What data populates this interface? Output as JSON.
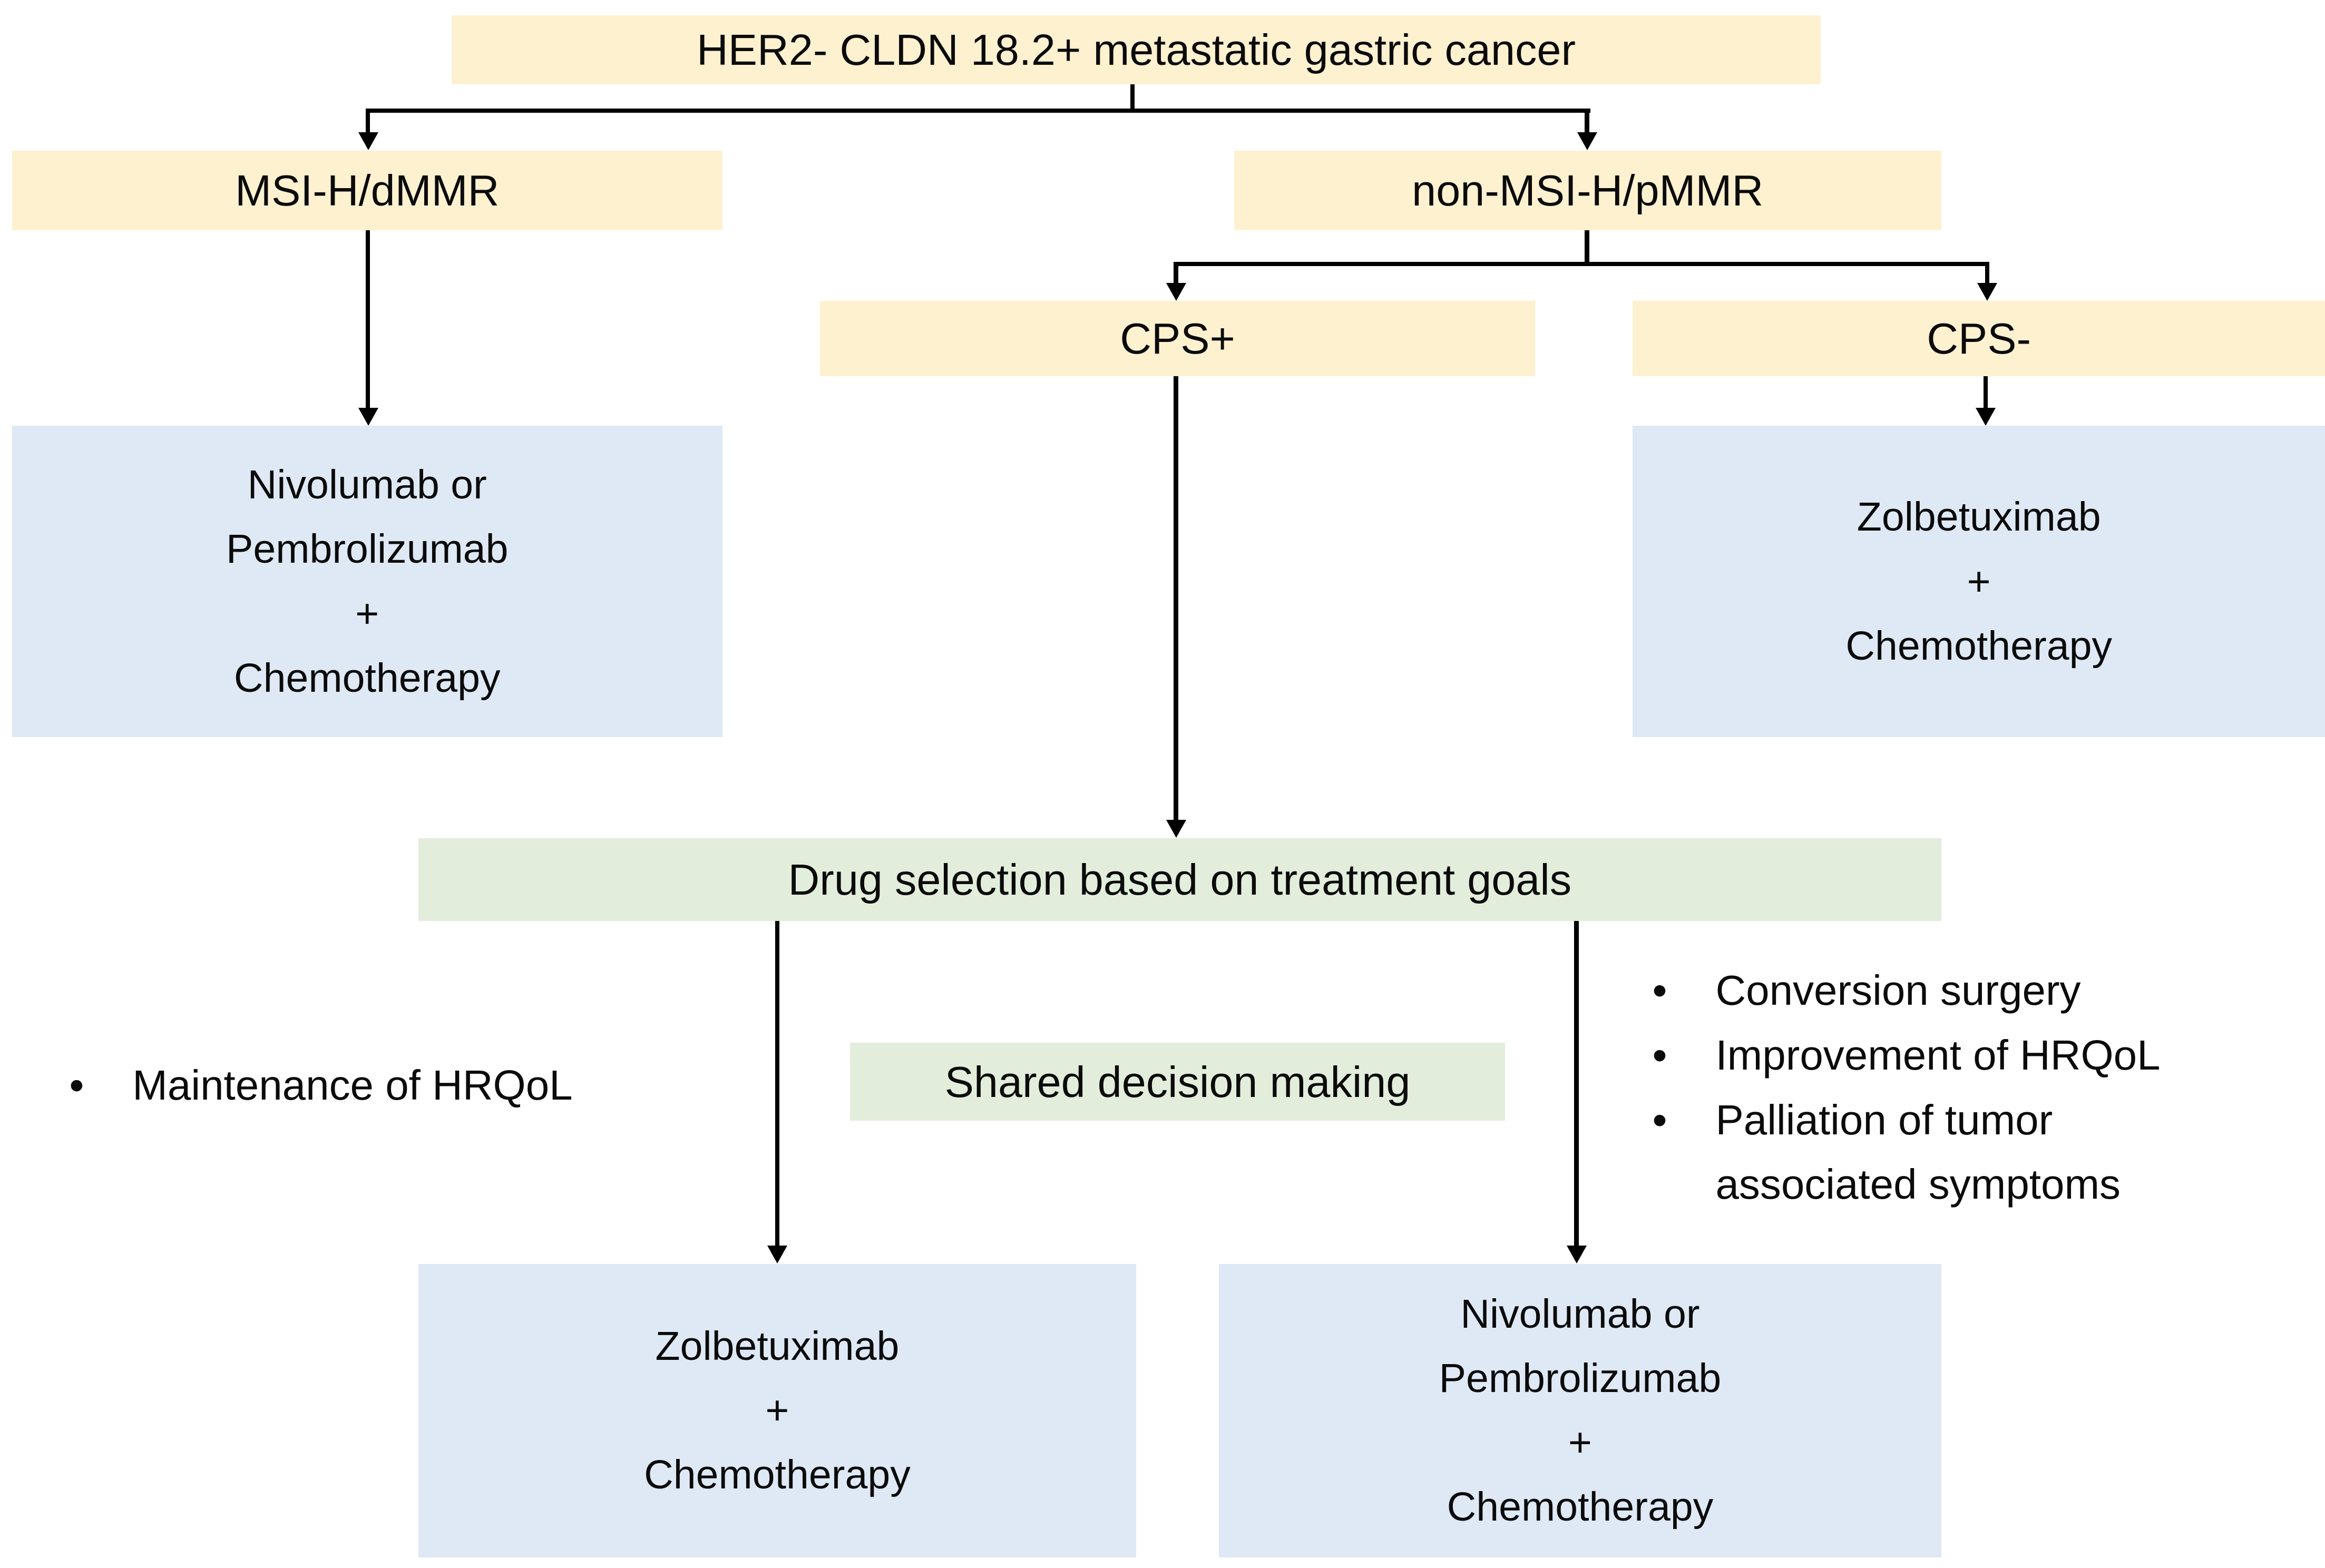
{
  "bullet_glyph": "•",
  "colors": {
    "node_yellow": "#FDF1D0",
    "treatment_blue": "#DEE9F5",
    "process_green": "#E2EEDB",
    "connector": "#000000"
  },
  "root": {
    "label": "HER2- CLDN 18.2+ metastatic gastric cancer"
  },
  "branches": {
    "msi": {
      "label": "MSI-H/dMMR",
      "treatment": {
        "lines": [
          "Nivolumab or",
          "Pembrolizumab",
          "+",
          "Chemotherapy"
        ]
      }
    },
    "non_msi": {
      "label": "non-MSI-H/pMMR",
      "cps_positive": {
        "label": "CPS+"
      },
      "cps_negative": {
        "label": "CPS-",
        "treatment": {
          "lines": [
            "Zolbetuximab",
            "+",
            "Chemotherapy"
          ]
        }
      }
    }
  },
  "drug_selection": {
    "label": "Drug selection based on treatment goals"
  },
  "shared_decision": {
    "label": "Shared decision making"
  },
  "left_goals": {
    "items": [
      "Maintenance of HRQoL"
    ]
  },
  "right_goals": {
    "items": [
      "Conversion surgery",
      "Improvement of HRQoL",
      "Palliation of tumor associated symptoms"
    ]
  },
  "outcomes": {
    "left": {
      "lines": [
        "Zolbetuximab",
        "+",
        "Chemotherapy"
      ]
    },
    "right": {
      "lines": [
        "Nivolumab or",
        "Pembrolizumab",
        "+",
        "Chemotherapy"
      ]
    }
  }
}
